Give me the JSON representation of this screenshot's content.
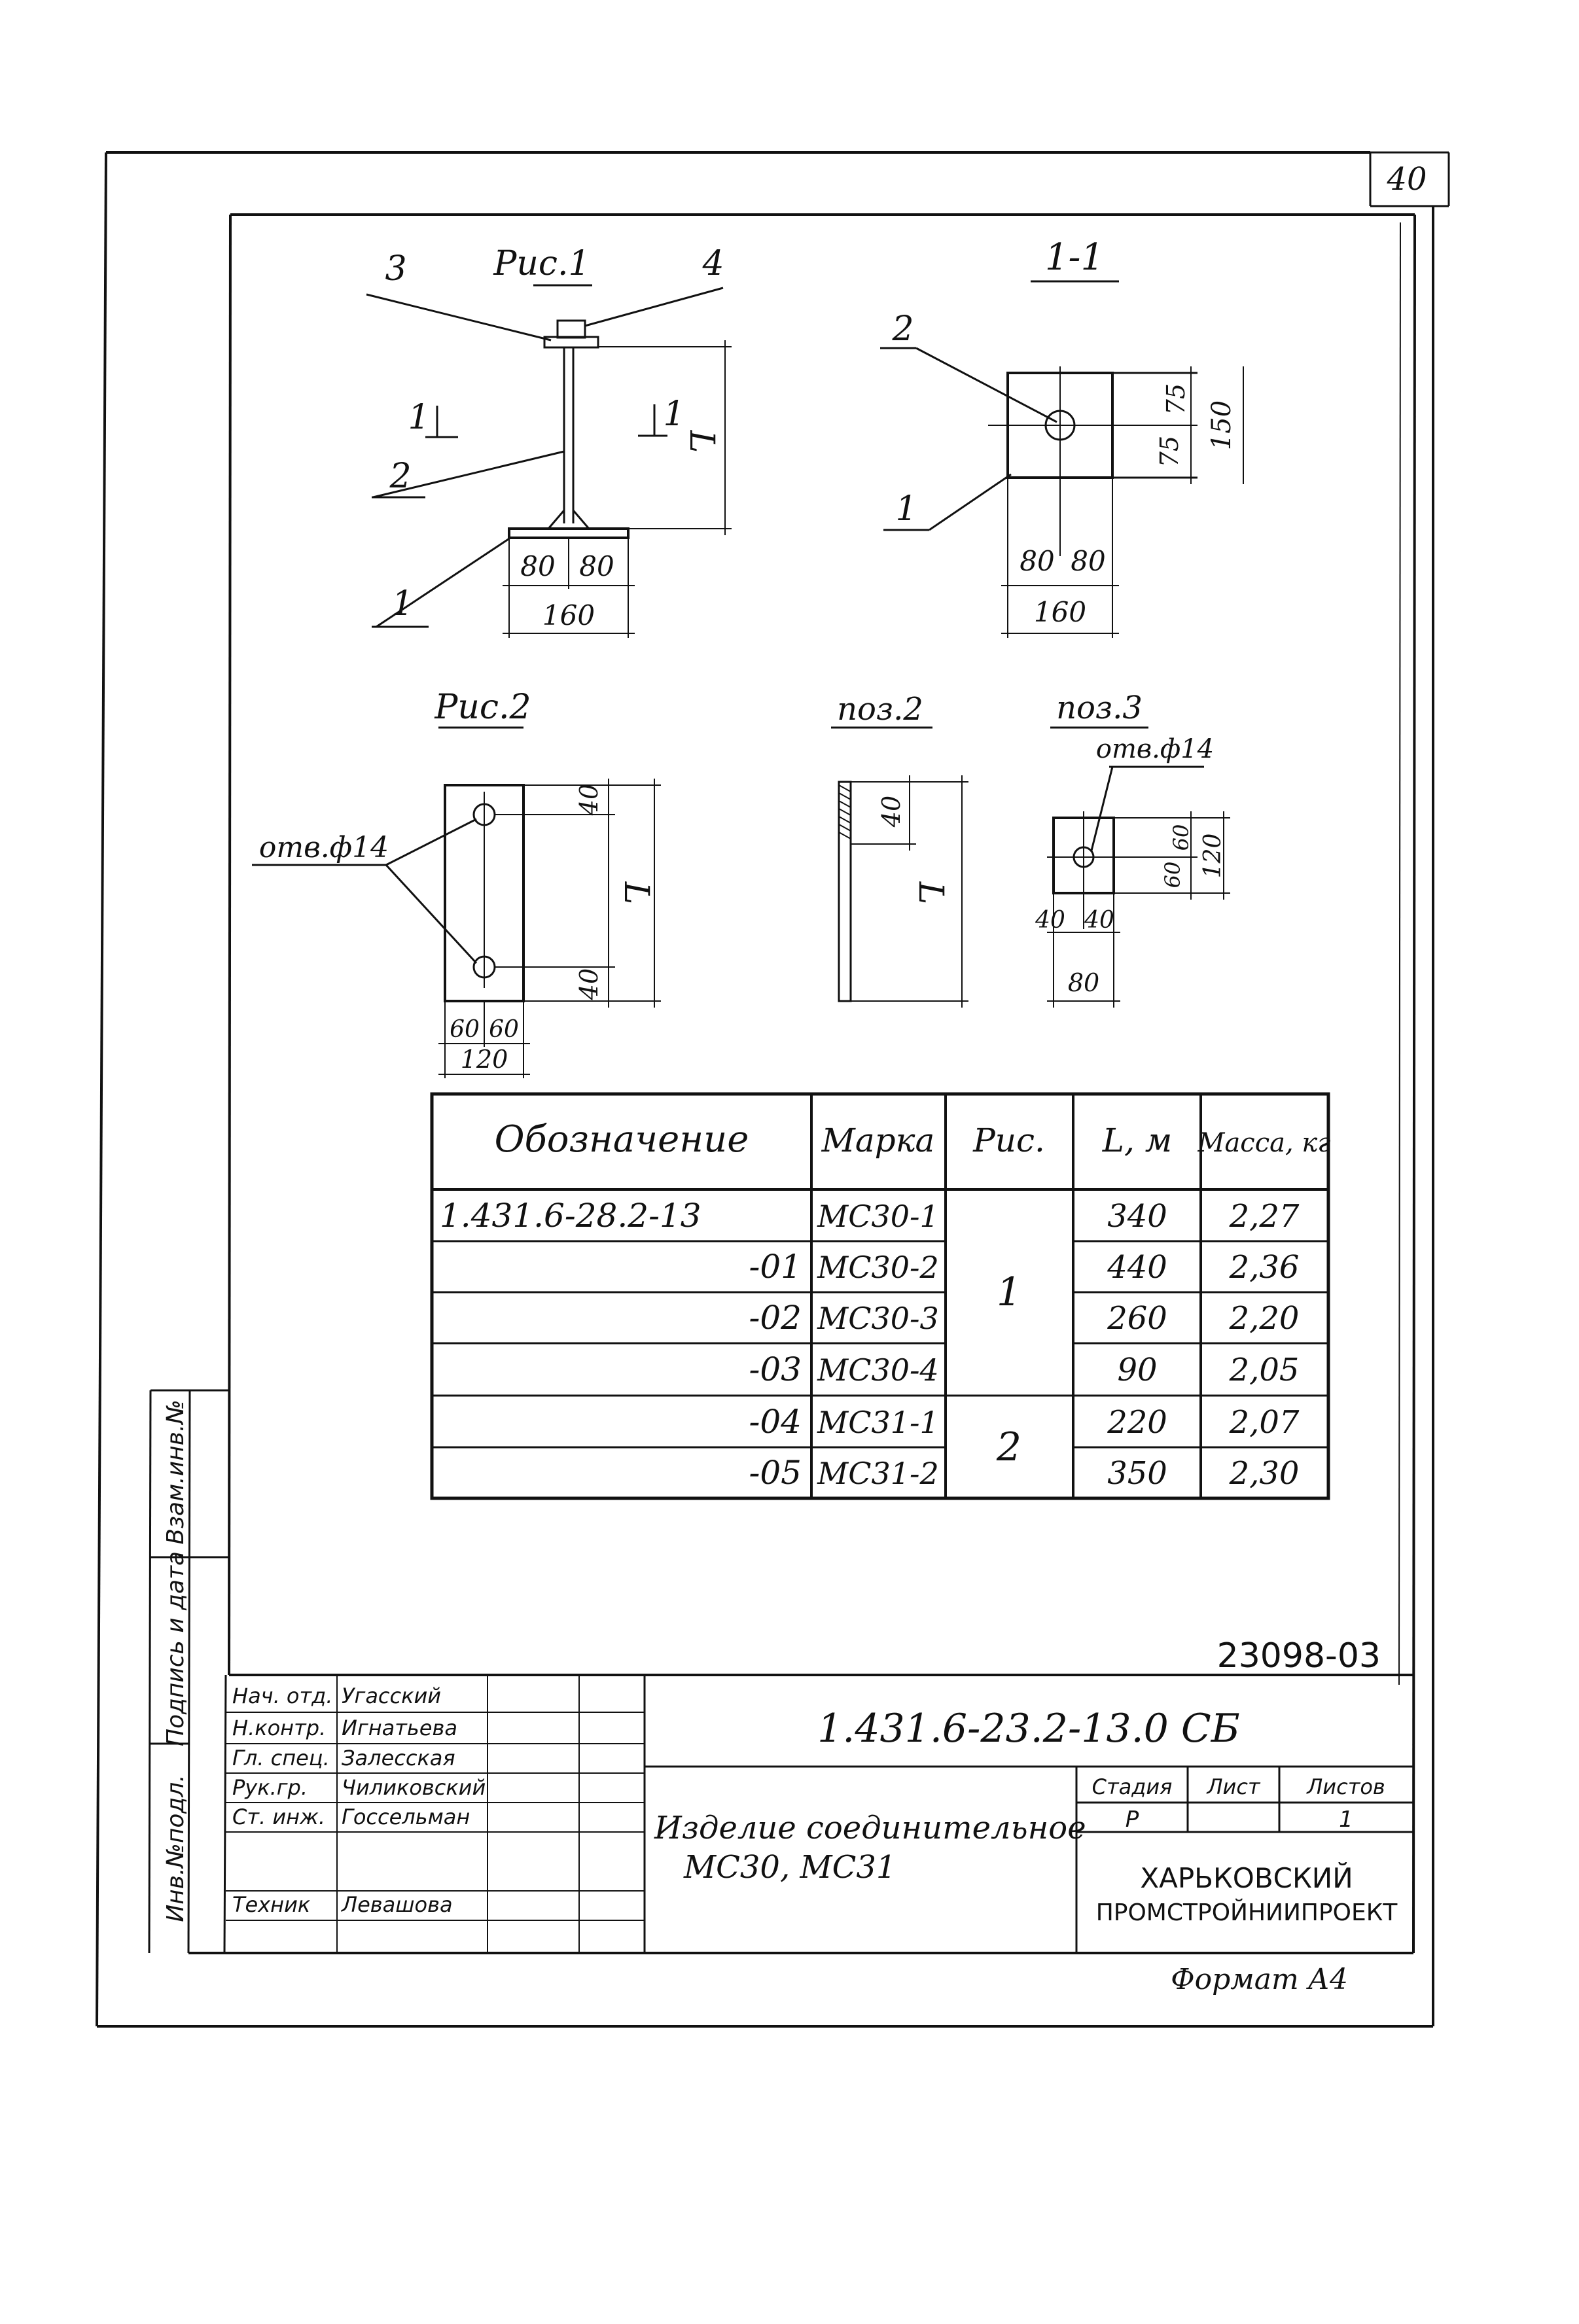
{
  "sheet": {
    "page_number": "40",
    "inventory_number": "23098-03",
    "format_label": "Формат А4"
  },
  "figure1": {
    "title": "Рис.1",
    "leaders": [
      "1",
      "2",
      "3",
      "4"
    ],
    "section_mark": "1",
    "length_mark": "L",
    "dims": [
      "80",
      "80",
      "160"
    ]
  },
  "section": {
    "title": "1-1",
    "leaders": [
      "1",
      "2"
    ],
    "dims_bottom": [
      "80",
      "80",
      "160"
    ],
    "dims_right": [
      "75",
      "75",
      "150"
    ]
  },
  "figure2": {
    "title": "Рис.2",
    "hole_note": "отв.ф14",
    "length_mark": "L",
    "dims_right": [
      "40",
      "40"
    ],
    "dims_bottom": [
      "60",
      "60",
      "120"
    ]
  },
  "pos2": {
    "title": "поз.2",
    "dims": [
      "40"
    ],
    "length_mark": "L"
  },
  "pos3": {
    "title": "поз.3",
    "hole_note": "отв.ф14",
    "dims_right": [
      "60",
      "60",
      "120"
    ],
    "dims_bottom": [
      "40",
      "40",
      "80"
    ]
  },
  "spec_table": {
    "headers": {
      "designation": "Обозначение",
      "mark": "Марка",
      "fig": "Рис.",
      "length": "L, м",
      "mass": "Масса, кг"
    },
    "rows": [
      {
        "designation": "1.431.6-28.2-13",
        "mark": "МС30-1",
        "length": "340",
        "mass": "2,27"
      },
      {
        "designation": "-01",
        "mark": "МС30-2",
        "length": "440",
        "mass": "2,36"
      },
      {
        "designation": "-02",
        "mark": "МС30-3",
        "length": "260",
        "mass": "2,20"
      },
      {
        "designation": "-03",
        "mark": "МС30-4",
        "length": "90",
        "mass": "2,05"
      },
      {
        "designation": "-04",
        "mark": "МС31-1",
        "length": "220",
        "mass": "2,07"
      },
      {
        "designation": "-05",
        "mark": "МС31-2",
        "length": "350",
        "mass": "2,30"
      }
    ],
    "fig_groups": [
      "1",
      "2"
    ]
  },
  "side_stamp": {
    "labels": [
      "Взам.инв.№",
      "Подпись и дата",
      "Инв.№подл."
    ]
  },
  "title_block": {
    "document_code": "1.431.6-23.2-13.0 СБ",
    "product_name_line1": "Изделие соединительное",
    "product_name_line2": "МС30, МС31",
    "stage_header": "Стадия",
    "sheet_header": "Лист",
    "sheets_header": "Листов",
    "stage": "Р",
    "sheets": "1",
    "organization_line1": "ХАРЬКОВСКИЙ",
    "organization_line2": "ПРОМСТРОЙНИИПРОЕКТ",
    "roles": [
      {
        "role": "Нач. отд.",
        "name": "Угасский"
      },
      {
        "role": "Н.контр.",
        "name": "Игнатьева"
      },
      {
        "role": "Гл. спец.",
        "name": "Залесская"
      },
      {
        "role": "Рук.гр.",
        "name": "Чиликовский"
      },
      {
        "role": "Ст. инж.",
        "name": "Госсельман"
      },
      {
        "role": "",
        "name": ""
      },
      {
        "role": "Техник",
        "name": "Левашова"
      }
    ]
  }
}
